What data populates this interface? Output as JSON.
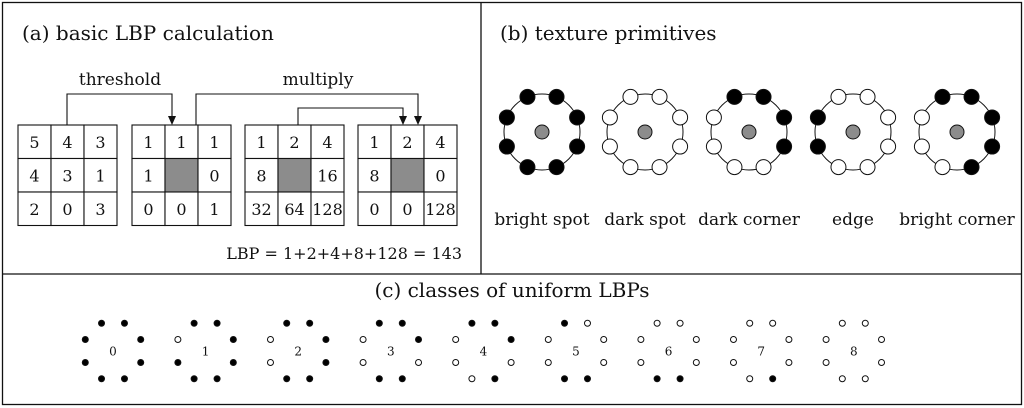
{
  "panel_a": {
    "title": "(a) basic LBP calculation",
    "threshold_label": "threshold",
    "multiply_label": "multiply",
    "grids": [
      {
        "id": "input",
        "cells": [
          [
            "5",
            "4",
            "3"
          ],
          [
            "4",
            "3",
            "1"
          ],
          [
            "2",
            "0",
            "3"
          ]
        ],
        "center_shaded": false
      },
      {
        "id": "thresholded",
        "cells": [
          [
            "1",
            "1",
            "1"
          ],
          [
            "1",
            "",
            "0"
          ],
          [
            "0",
            "0",
            "1"
          ]
        ],
        "center_shaded": true
      },
      {
        "id": "weights",
        "cells": [
          [
            "1",
            "2",
            "4"
          ],
          [
            "8",
            "",
            "16"
          ],
          [
            "32",
            "64",
            "128"
          ]
        ],
        "center_shaded": true
      },
      {
        "id": "product",
        "cells": [
          [
            "1",
            "2",
            "4"
          ],
          [
            "8",
            "",
            "0"
          ],
          [
            "0",
            "0",
            "128"
          ]
        ],
        "center_shaded": true
      }
    ],
    "formula": "LBP = 1+2+4+8+128 = 143"
  },
  "panel_b": {
    "title": "(b) texture primitives",
    "primitives": [
      {
        "label": "bright spot",
        "pattern": [
          1,
          1,
          1,
          1,
          1,
          1,
          1,
          1
        ]
      },
      {
        "label": "dark spot",
        "pattern": [
          0,
          0,
          0,
          0,
          0,
          0,
          0,
          0
        ]
      },
      {
        "label": "dark corner",
        "pattern": [
          1,
          1,
          1,
          1,
          0,
          0,
          0,
          0
        ]
      },
      {
        "label": "edge",
        "pattern": [
          0,
          0,
          0,
          0,
          0,
          0,
          1,
          1
        ]
      },
      {
        "label": "bright corner",
        "pattern": [
          1,
          1,
          1,
          1,
          1,
          0,
          0,
          0
        ]
      }
    ]
  },
  "panel_c": {
    "title": "(c) classes of uniform LBPs",
    "classes": [
      {
        "label": "0",
        "pattern": [
          1,
          1,
          1,
          1,
          1,
          1,
          1,
          1
        ]
      },
      {
        "label": "1",
        "pattern": [
          1,
          1,
          1,
          1,
          1,
          1,
          1,
          0
        ]
      },
      {
        "label": "2",
        "pattern": [
          1,
          1,
          1,
          1,
          1,
          1,
          0,
          0
        ]
      },
      {
        "label": "3",
        "pattern": [
          1,
          1,
          1,
          0,
          1,
          1,
          0,
          0
        ]
      },
      {
        "label": "4",
        "pattern": [
          1,
          1,
          1,
          0,
          1,
          0,
          0,
          0
        ]
      },
      {
        "label": "5",
        "pattern": [
          1,
          0,
          0,
          0,
          1,
          1,
          0,
          0
        ]
      },
      {
        "label": "6",
        "pattern": [
          0,
          0,
          0,
          0,
          1,
          1,
          0,
          0
        ]
      },
      {
        "label": "7",
        "pattern": [
          0,
          0,
          0,
          0,
          1,
          0,
          0,
          0
        ]
      },
      {
        "label": "8",
        "pattern": [
          0,
          0,
          0,
          0,
          0,
          0,
          0,
          0
        ]
      }
    ]
  },
  "colors": {
    "line": "#111111",
    "shade": "#8c8c8c",
    "filled": "#000000",
    "empty": "#ffffff"
  }
}
